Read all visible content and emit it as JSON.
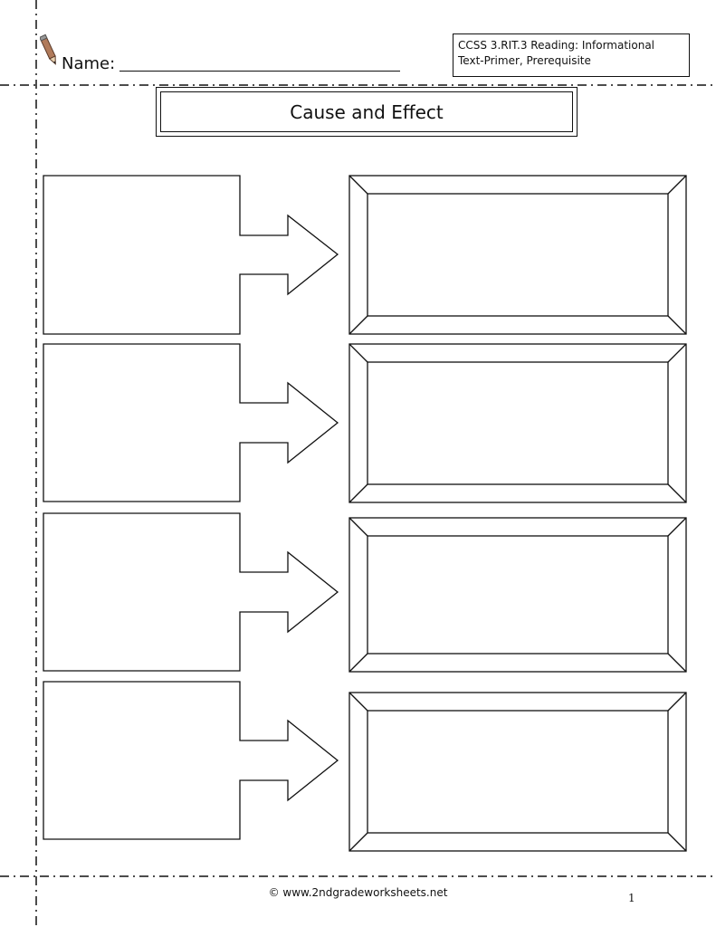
{
  "header": {
    "name_label": "Name:",
    "standard_line1": "CCSS 3.RIT.3 Reading: Informational",
    "standard_line2": "Text-Primer, Prerequisite"
  },
  "title": "Cause and Effect",
  "organizer": {
    "rows": [
      {
        "cause": "",
        "effect": ""
      },
      {
        "cause": "",
        "effect": ""
      },
      {
        "cause": "",
        "effect": ""
      },
      {
        "cause": "",
        "effect": ""
      }
    ]
  },
  "footer": {
    "copyright": "© www.2ndgradeworksheets.net",
    "page_number": "1"
  },
  "icons": {
    "pencil": "pencil-icon"
  }
}
